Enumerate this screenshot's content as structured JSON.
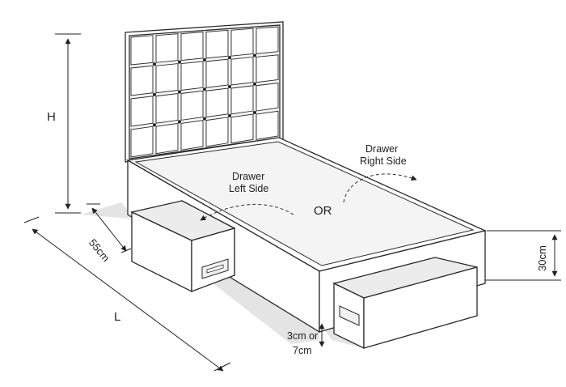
{
  "labels": {
    "height": "H",
    "length": "L",
    "depth": "55cm",
    "drawer_height": "30cm",
    "clearance_line1": "3cm or",
    "clearance_line2": "7cm",
    "drawer_left_line1": "Drawer",
    "drawer_left_line2": "Left Side",
    "drawer_right_line1": "Drawer",
    "drawer_right_line2": "Right Side",
    "or": "OR"
  },
  "headboard": {
    "tufted_rows": 4,
    "tufted_columns": 6
  },
  "colors": {
    "line": "#2a2a2a",
    "panel": "#ffffff",
    "shadow": "#d6d6d6",
    "cushion": "#f4f4f4",
    "drawer_inside": "#ececec"
  }
}
